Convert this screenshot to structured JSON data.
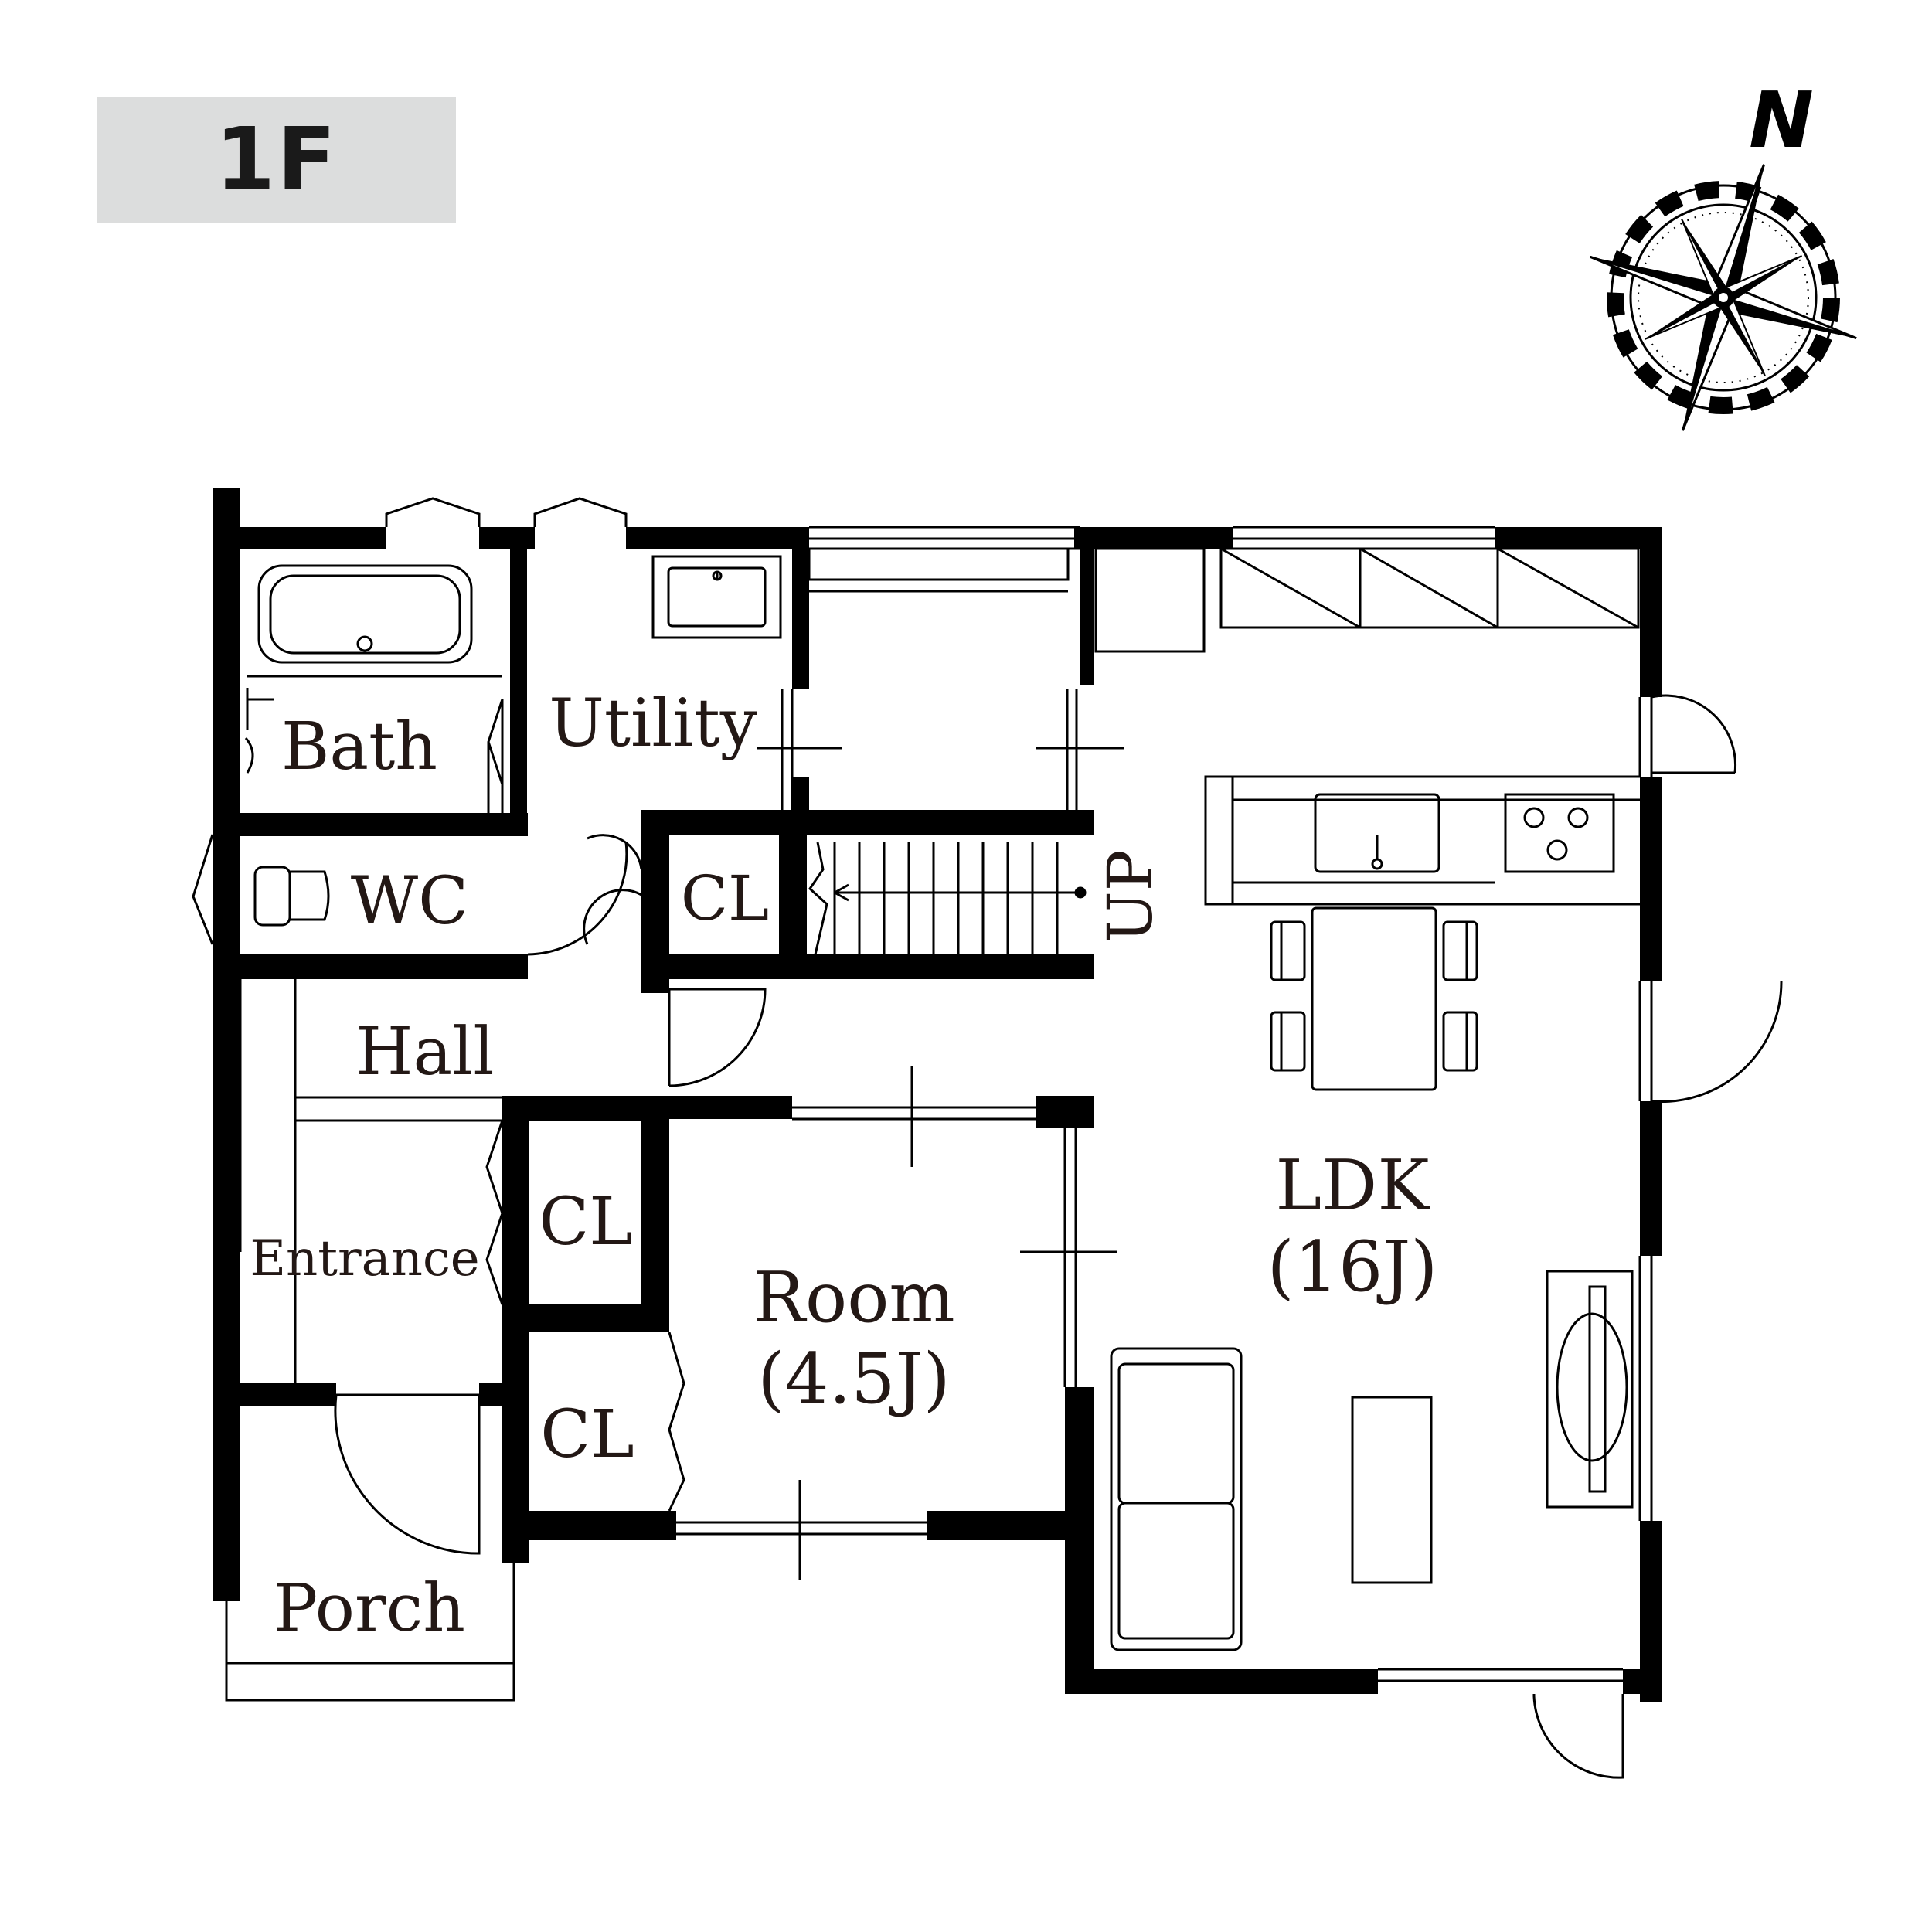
{
  "floor": {
    "label": "1F"
  },
  "compass": {
    "north_label": "N",
    "icon": "compass-rose-icon"
  },
  "rooms": {
    "bath": "Bath",
    "utility": "Utility",
    "wc": "WC",
    "cl_stair": "CL",
    "stairs_direction": "UP",
    "hall": "Hall",
    "entrance": "Entrance",
    "cl_entrance_upper": "CL",
    "cl_entrance_lower": "CL",
    "room_name": "Room",
    "room_size": "(4.5J)",
    "ldk_name": "LDK",
    "ldk_size": "(16J)",
    "porch": "Porch"
  },
  "colors": {
    "wall": "#000000",
    "text": "#231815",
    "badge_bg": "#dcdddd"
  }
}
